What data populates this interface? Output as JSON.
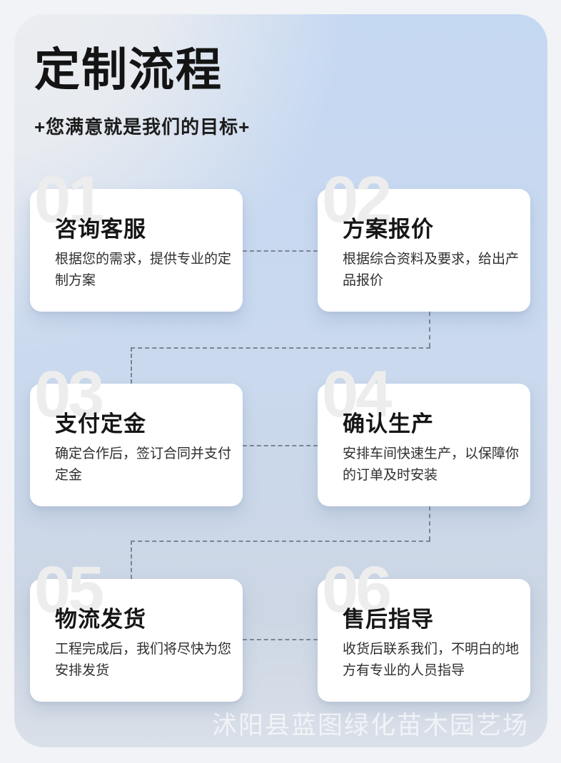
{
  "header": {
    "title": "定制流程",
    "subtitle": "+您满意就是我们的目标+"
  },
  "steps": [
    {
      "number": "01",
      "title": "咨询客服",
      "desc": "根据您的需求，提供专业的定制方案"
    },
    {
      "number": "02",
      "title": "方案报价",
      "desc": "根据综合资料及要求，给出产品报价"
    },
    {
      "number": "03",
      "title": "支付定金",
      "desc": "确定合作后，签订合同并支付定金"
    },
    {
      "number": "04",
      "title": "确认生产",
      "desc": "安排车间快速生产，以保障你的订单及时安装"
    },
    {
      "number": "05",
      "title": "物流发货",
      "desc": "工程完成后，我们将尽快为您安排发货"
    },
    {
      "number": "06",
      "title": "售后指导",
      "desc": "收货后联系我们，不明白的地方有专业的人员指导"
    }
  ],
  "watermark": "沭阳县蓝图绿化苗木园艺场",
  "colors": {
    "panel_blue": "#c5d8f2",
    "panel_gray": "#edeeef",
    "panel_bottom": "#dae0e9",
    "card_bg": "#ffffff",
    "number_gray": "#ededed",
    "connector_gray": "#7b8494",
    "text_dark": "#161616",
    "watermark_white": "rgba(255,255,255,0.65)"
  }
}
